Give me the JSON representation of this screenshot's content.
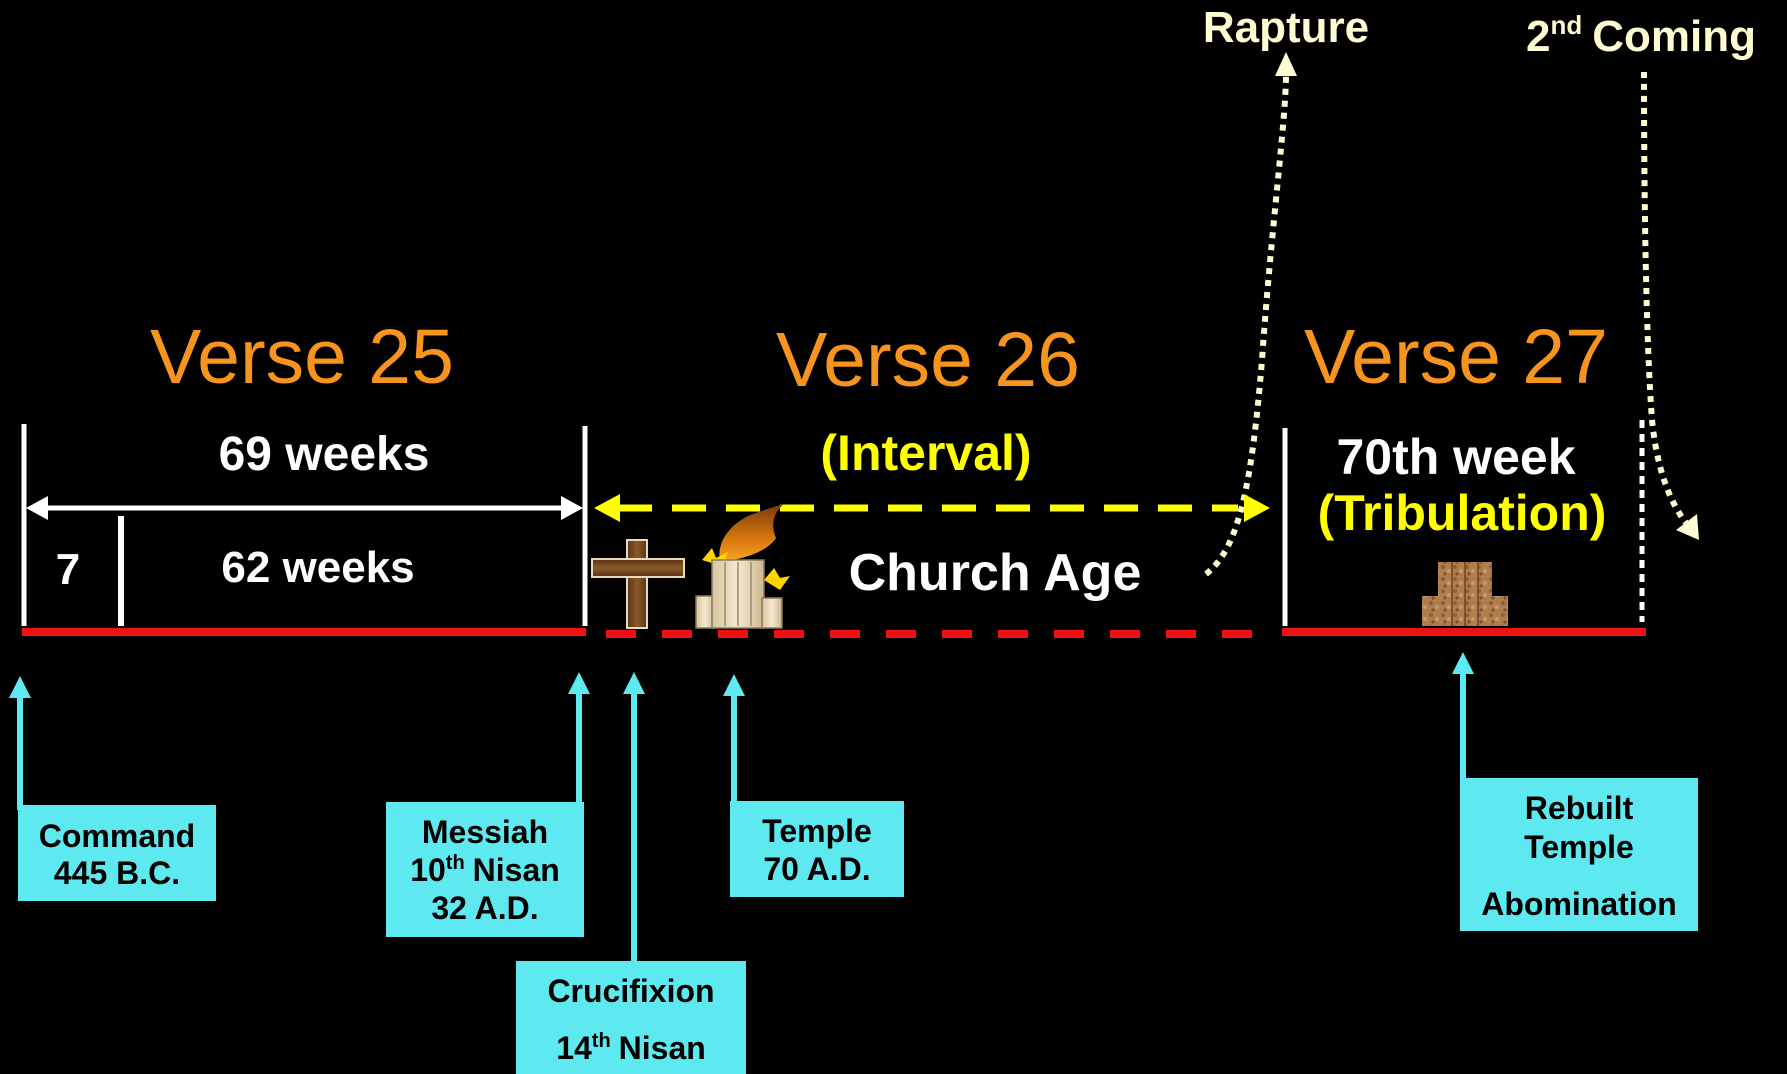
{
  "colors": {
    "background": "#000000",
    "verse_title": "#f7941d",
    "highlight": "#ffff00",
    "timeline": "#ee1111",
    "label_box": "#5ee8ef",
    "event_text": "#fffcd2"
  },
  "titles": {
    "verse25": "Verse 25",
    "verse26": "Verse 26",
    "verse27": "Verse 27"
  },
  "spans": {
    "weeks69": "69 weeks",
    "weeks7": "7",
    "weeks62": "62 weeks",
    "interval": "(Interval)",
    "church_age": "Church Age",
    "week70": "70th week",
    "tribulation": "(Tribulation)"
  },
  "events": {
    "rapture": "Rapture",
    "second_coming_num": "2",
    "second_coming_sup": "nd",
    "second_coming_word": "Coming"
  },
  "icons": {
    "cross": "cross-icon",
    "burning_temple": "burning-temple-icon",
    "rebuilt_temple": "rebuilt-temple-icon"
  },
  "labels": {
    "command": {
      "line1": "Command",
      "line2": "445 B.C."
    },
    "messiah": {
      "line1": "Messiah",
      "line2_num": "10",
      "line2_sup": "th",
      "line2_word": "Nisan",
      "line3": "32 A.D."
    },
    "crucifixion": {
      "line1": "Crucifixion",
      "line2_num": "14",
      "line2_sup": "th",
      "line2_word": "Nisan"
    },
    "temple": {
      "line1": "Temple",
      "line2": "70 A.D."
    },
    "rebuilt": {
      "line1": "Rebuilt",
      "line2": "Temple",
      "line3": "Abomination"
    }
  }
}
